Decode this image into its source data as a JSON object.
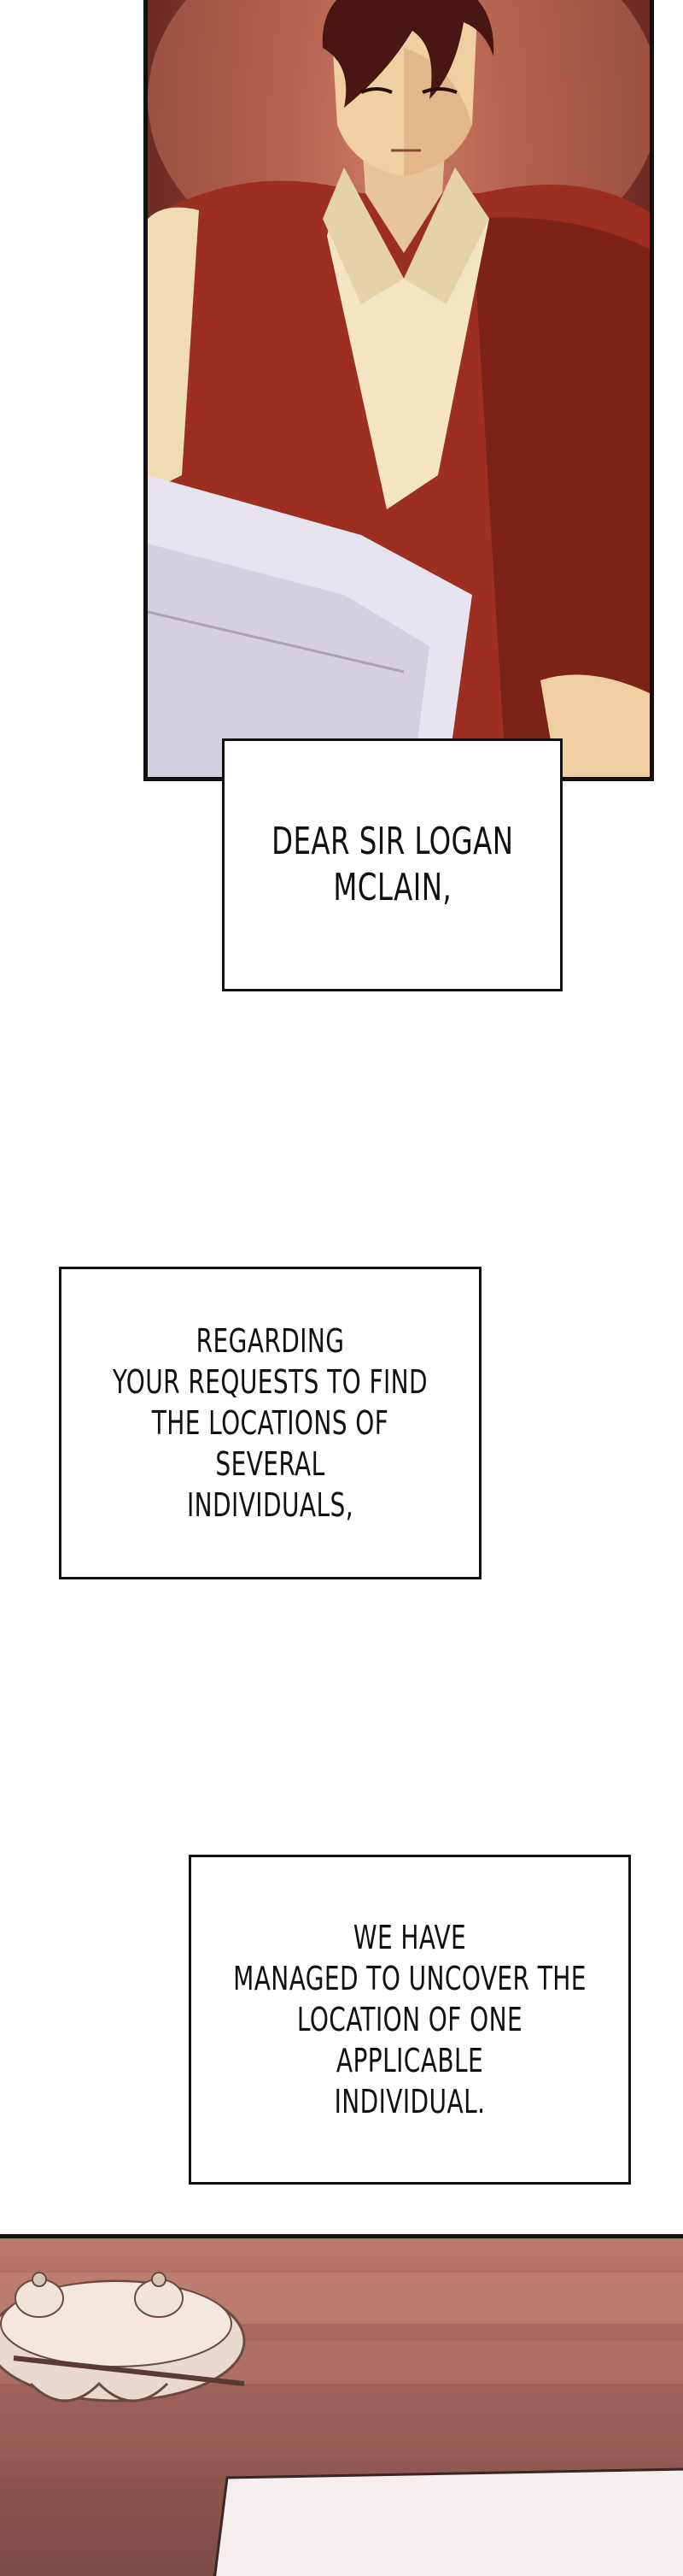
{
  "captions": {
    "first": "DEAR SIR LOGAN\nMCLAIN,",
    "second": "REGARDING\nYOUR REQUESTS TO FIND\nTHE LOCATIONS OF SEVERAL\nINDIVIDUALS,",
    "third": "WE HAVE\nMANAGED TO UNCOVER THE\nLOCATION OF ONE APPLICABLE\nINDIVIDUAL."
  },
  "colors": {
    "panel_border": "#111111",
    "background": "#ffffff",
    "vest": "#9c2f22",
    "shirt": "#f3e4c2",
    "hair": "#4a1612",
    "desk": "#a0645a"
  }
}
